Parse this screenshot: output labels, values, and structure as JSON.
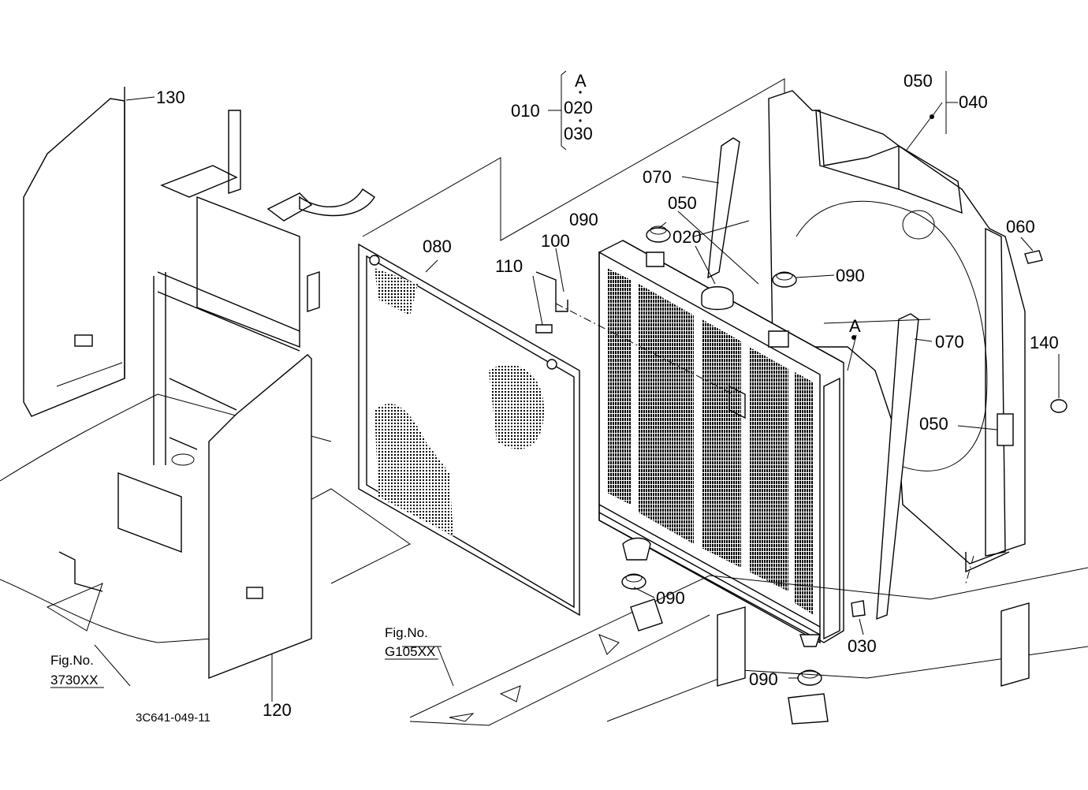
{
  "drawing_code": "3C641-049-11",
  "references": [
    {
      "id": "ref-3730",
      "line1": "Fig.No.",
      "line2": "3730XX"
    },
    {
      "id": "ref-g105",
      "line1": "Fig.No.",
      "line2": "G105XX"
    }
  ],
  "callouts": {
    "c130": "130",
    "c010": "010",
    "c020a": "020",
    "c030a": "030",
    "cA_top": "A",
    "c050_top": "050",
    "c040": "040",
    "c070_top": "070",
    "c050_mid": "050",
    "c090_top": "090",
    "c020b": "020",
    "c080": "080",
    "c100": "100",
    "c110": "110",
    "c060": "060",
    "c090_right": "090",
    "cA_rad": "A",
    "c070_right": "070",
    "c140": "140",
    "c050_right": "050",
    "c090_bottom": "090",
    "c030b": "030",
    "c090_low": "090",
    "c120": "120"
  }
}
